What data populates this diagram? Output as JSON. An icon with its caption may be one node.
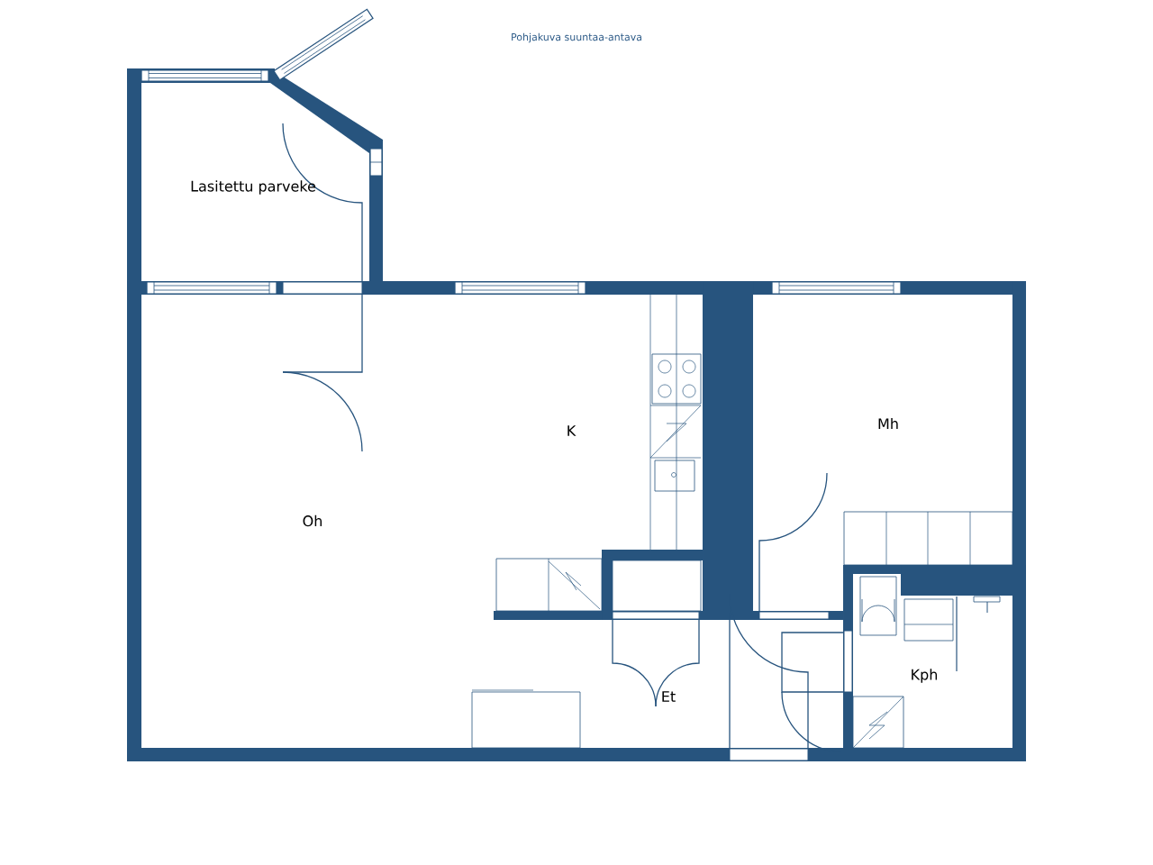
{
  "diagram": {
    "title": "Pohjakuva suuntaa-antava",
    "labels": [
      "Lasitettu parveke",
      "Mh",
      "K",
      "Oh",
      "Kph",
      "Et"
    ]
  }
}
